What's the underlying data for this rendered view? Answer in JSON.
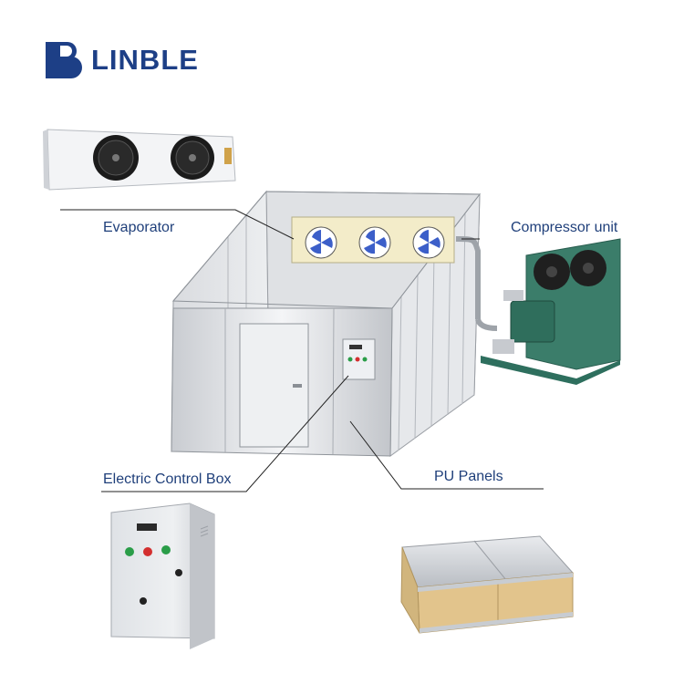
{
  "brand": {
    "name": "LINBLE",
    "color": "#1d3f86"
  },
  "labels": {
    "evaporator": "Evaporator",
    "compressor_unit": "Compressor unit",
    "electric_control_box": "Electric Control Box",
    "pu_panels": "PU Panels"
  },
  "colors": {
    "label": "#1f3f7a",
    "compressor_frame": "#2e6f5e",
    "pu_core": "#e2c48c",
    "fan_blade": "#3c5fc9"
  }
}
